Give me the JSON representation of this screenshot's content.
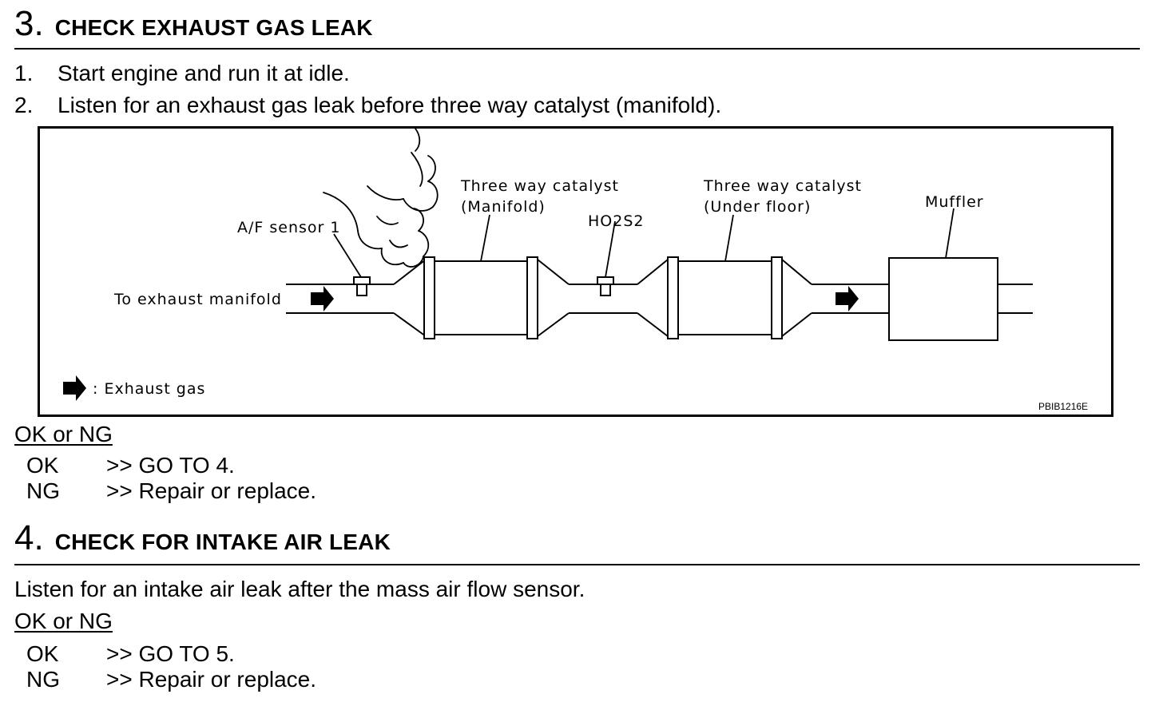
{
  "step3": {
    "number": "3.",
    "title": "CHECK EXHAUST GAS LEAK",
    "items": [
      {
        "num": "1.",
        "text": "Start engine and run it at idle."
      },
      {
        "num": "2.",
        "text": "Listen for an exhaust gas leak before three way catalyst (manifold)."
      }
    ],
    "figure": {
      "label_exhaust_manifold": "To exhaust manifold",
      "label_af_sensor": "A/F sensor 1",
      "label_catalyst_manifold_line1": "Three way catalyst",
      "label_catalyst_manifold_line2": "(Manifold)",
      "label_ho2s2": "HO2S2",
      "label_catalyst_underfloor_line1": "Three way catalyst",
      "label_catalyst_underfloor_line2": "(Under floor)",
      "label_muffler": "Muffler",
      "legend_text": ": Exhaust gas",
      "figure_code": "PBIB1216E"
    },
    "ok_ng_heading": "OK or NG",
    "results": [
      {
        "status": "OK",
        "action": ">> GO TO 4."
      },
      {
        "status": "NG",
        "action": ">> Repair or replace."
      }
    ]
  },
  "step4": {
    "number": "4.",
    "title": "CHECK FOR INTAKE AIR LEAK",
    "text": "Listen for an intake air leak after the mass air flow sensor.",
    "ok_ng_heading": "OK or NG",
    "results": [
      {
        "status": "OK",
        "action": ">> GO TO 5."
      },
      {
        "status": "NG",
        "action": ">> Repair or replace."
      }
    ]
  }
}
